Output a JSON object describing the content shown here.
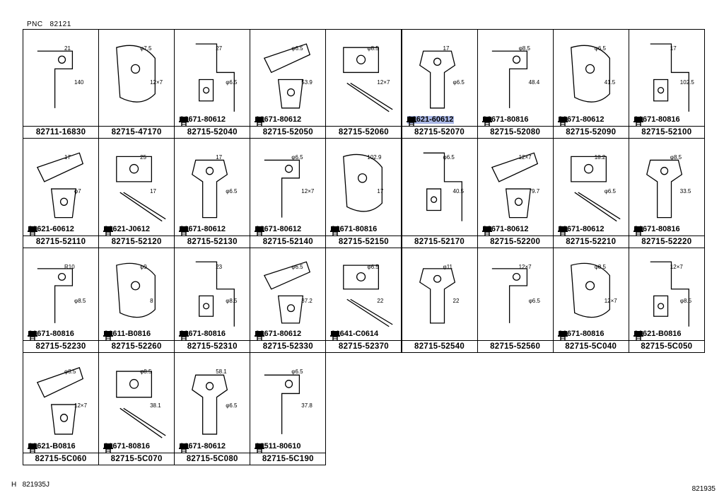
{
  "header": {
    "pnc_label": "PNC",
    "pnc_value": "82121"
  },
  "footer": {
    "left_prefix": "H",
    "left_code": "821935J",
    "right_code": "821935"
  },
  "parts": [
    {
      "part": "82711-16830",
      "bolt": "",
      "dims": [
        "21",
        "140"
      ]
    },
    {
      "part": "82715-47170",
      "bolt": "",
      "dims": [
        "φ7.5",
        "12×7"
      ]
    },
    {
      "part": "82715-52040",
      "bolt": "91671-80612",
      "dims": [
        "27",
        "φ6.5"
      ]
    },
    {
      "part": "82715-52050",
      "bolt": "91671-80612",
      "dims": [
        "φ6.5",
        "53.9"
      ]
    },
    {
      "part": "82715-52060",
      "bolt": "",
      "dims": [
        "φ8.5",
        "12×7"
      ]
    },
    {
      "part": "82715-52070",
      "bolt": "91621-60612",
      "dims": [
        "17",
        "φ6.5"
      ],
      "highlight": true
    },
    {
      "part": "82715-52080",
      "bolt": "91671-80816",
      "dims": [
        "φ8.5",
        "48.4"
      ]
    },
    {
      "part": "82715-52090",
      "bolt": "91671-80612",
      "dims": [
        "φ6.5",
        "41.5"
      ]
    },
    {
      "part": "82715-52100",
      "bolt": "91671-80816",
      "dims": [
        "17",
        "102.5"
      ]
    },
    {
      "part": "82715-52110",
      "bolt": "91621-60612",
      "dims": [
        "17",
        "φ7"
      ]
    },
    {
      "part": "82715-52120",
      "bolt": "91621-J0612",
      "dims": [
        "25",
        "17"
      ]
    },
    {
      "part": "82715-52130",
      "bolt": "91671-80612",
      "dims": [
        "17",
        "φ6.5"
      ]
    },
    {
      "part": "82715-52140",
      "bolt": "91671-80612",
      "dims": [
        "φ6.5",
        "12×7"
      ]
    },
    {
      "part": "82715-52150",
      "bolt": "91671-80816",
      "dims": [
        "102.9",
        "17"
      ]
    },
    {
      "part": "82715-52170",
      "bolt": "",
      "dims": [
        "φ6.5",
        "40.5"
      ]
    },
    {
      "part": "82715-52200",
      "bolt": "91671-80612",
      "dims": [
        "12×7",
        "79.7"
      ]
    },
    {
      "part": "82715-52210",
      "bolt": "91671-80612",
      "dims": [
        "18.2",
        "φ6.5"
      ]
    },
    {
      "part": "82715-52220",
      "bolt": "91671-80816",
      "dims": [
        "φ8.5",
        "33.5"
      ]
    },
    {
      "part": "82715-52230",
      "bolt": "91671-80816",
      "dims": [
        "R10",
        "φ8.5"
      ]
    },
    {
      "part": "82715-52260",
      "bolt": "91611-B0816",
      "dims": [
        "φ9",
        "8"
      ]
    },
    {
      "part": "82715-52310",
      "bolt": "91671-80816",
      "dims": [
        "23",
        "φ8.5"
      ]
    },
    {
      "part": "82715-52330",
      "bolt": "91671-80612",
      "dims": [
        "φ6.5",
        "37.2"
      ]
    },
    {
      "part": "82715-52370",
      "bolt": "91641-C0614",
      "dims": [
        "φ6.5",
        "22"
      ]
    },
    {
      "part": "82715-52540",
      "bolt": "",
      "dims": [
        "φ11",
        "22"
      ]
    },
    {
      "part": "82715-52560",
      "bolt": "",
      "dims": [
        "12×7",
        "φ6.5"
      ]
    },
    {
      "part": "82715-5C040",
      "bolt": "91671-80816",
      "dims": [
        "φ8.5",
        "12×7"
      ]
    },
    {
      "part": "82715-5C050",
      "bolt": "91621-B0816",
      "dims": [
        "12×7",
        "φ8.5"
      ]
    },
    {
      "part": "82715-5C060",
      "bolt": "91621-B0816",
      "dims": [
        "φ8.5",
        "12×7"
      ]
    },
    {
      "part": "82715-5C070",
      "bolt": "91671-80816",
      "dims": [
        "φ8.5",
        "38.1"
      ]
    },
    {
      "part": "82715-5C080",
      "bolt": "91671-80612",
      "dims": [
        "58.1",
        "φ6.5"
      ]
    },
    {
      "part": "82715-5C190",
      "bolt": "91511-80610",
      "dims": [
        "φ6.5",
        "37.8"
      ]
    }
  ]
}
